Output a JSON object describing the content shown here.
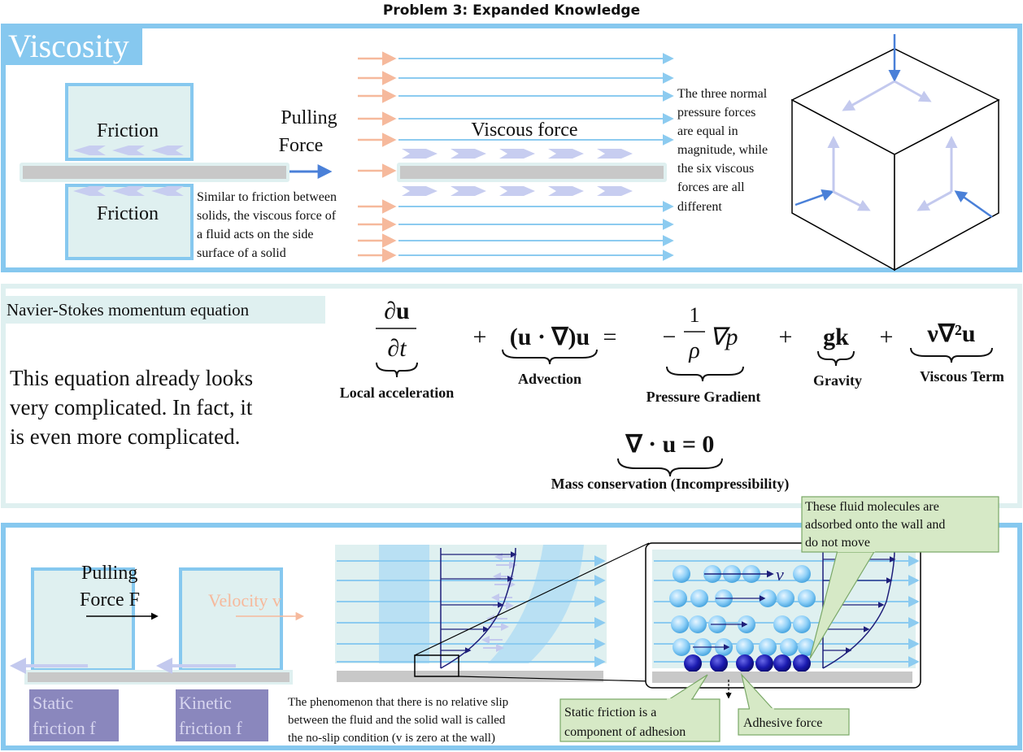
{
  "page": {
    "title": "Problem 3: Expanded Knowledge"
  },
  "viscosity": {
    "heading": "Viscosity",
    "friction_top": "Friction",
    "friction_bottom": "Friction",
    "pulling_force_line1": "Pulling",
    "pulling_force_line2": "Force",
    "viscous_force": "Viscous force",
    "similar_note": [
      "Similar to friction between",
      "solids, the viscous force of",
      "a fluid acts on the side",
      "surface of a solid"
    ],
    "normal_note": [
      "The three normal",
      "pressure forces",
      "are equal in",
      "magnitude, while",
      "the six viscous",
      "forces are all",
      "different"
    ]
  },
  "navier_stokes": {
    "heading": "Navier-Stokes momentum equation",
    "description": [
      "This equation already looks",
      "very complicated. In fact, it",
      "is even more complicated."
    ],
    "terms": {
      "local_num": "∂u",
      "local_den": "∂t",
      "plus1": "+",
      "advection_expr": "(u · ∇)u",
      "equals": "=",
      "minus": "−",
      "one": "1",
      "rho": "ρ",
      "grad_p": "∇p",
      "plus2": "+",
      "gravity_expr": "gk",
      "plus3": "+",
      "viscous_expr": "ν∇²u",
      "mass_expr": "∇ · u = 0"
    },
    "labels": {
      "local": "Local acceleration",
      "advection": "Advection",
      "pressure": "Pressure Gradient",
      "gravity": "Gravity",
      "viscous": "Viscous Term",
      "mass": "Mass conservation (Incompressibility)"
    }
  },
  "noslip": {
    "pulling_line1": "Pulling",
    "pulling_line2": "Force F",
    "velocity": "Velocity v",
    "static_line1": "Static",
    "static_line2": "friction f",
    "kinetic_line1": "Kinetic",
    "kinetic_line2": "friction f",
    "v_label": "v",
    "noslip_note": [
      "The phenomenon that there is no relative slip",
      "between the fluid and the solid wall is called",
      "the no-slip condition (v is zero at the wall)"
    ],
    "callout_adsorbed": [
      "These fluid molecules are",
      "adsorbed onto the wall and",
      "do not move"
    ],
    "callout_static": [
      "Static friction is a",
      "component of adhesion"
    ],
    "callout_adhesive": "Adhesive force"
  },
  "colors": {
    "frame_blue": "#86c8ef",
    "panel_fill": "#dff0f0",
    "arrow_blue": "#8ccbf0",
    "arrow_orange": "#f6b99c",
    "plate_gray": "#c8c8c8",
    "pale_arrow": "#c7cdf0",
    "navy": "#1f1f7a",
    "callout_fill": "#d6e9c6",
    "callout_stroke": "#7aa867",
    "label_purple": "#8a87bd"
  }
}
